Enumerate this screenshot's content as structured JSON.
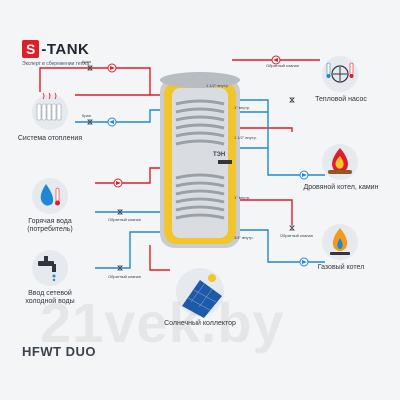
{
  "brand": {
    "logo_s": "S",
    "logo_word": "-TANK",
    "tagline": "Эксперт в сбережении тепла"
  },
  "model_name": "HFWT DUO",
  "watermark": "21vek.by",
  "left_nodes": {
    "heating": "Система отопления",
    "hot_water": "Горячая вода (потребитель)",
    "cold_inlet": "Ввод сетевой холодной воды"
  },
  "right_nodes": {
    "heat_pump": "Тепловой насос",
    "wood_boiler": "Дровяной котел, камин",
    "gas_boiler": "Газовый котел"
  },
  "bottom_node": {
    "solar": "Солнечный коллектор"
  },
  "tank_labels": {
    "ten": "ТЭН",
    "port_top": "1 1/2\" внутр.",
    "port_1": "1\" внутр.",
    "port_2": "1 1/2\" внутр.",
    "port_3": "1\" внутр.",
    "port_4": "3/4\" внутр."
  },
  "valves": {
    "kran": "Кран",
    "check": "Обратный клапан",
    "safety": "Обратный клапан"
  },
  "colors": {
    "hot": "#e11d2a",
    "cold": "#1e88d6",
    "tank_shell": "#9aa0a8",
    "insulation": "#f2c52b",
    "icon_ring": "#e6e9ee"
  }
}
